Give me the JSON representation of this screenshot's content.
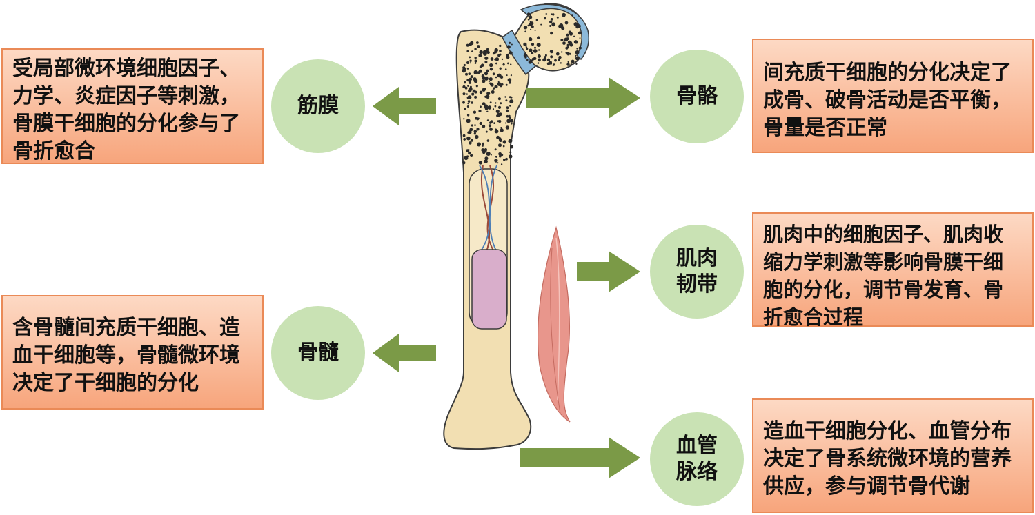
{
  "colors": {
    "box_fill_top": "#fdd9c4",
    "box_fill_bottom": "#f7a57c",
    "box_border": "#ea8a57",
    "circle_fill": "#c9e2b4",
    "arrow": "#7b9a47",
    "bone": "#f2dfb2",
    "cartilage": "#8cb9d9",
    "marrow": "#d9aecb",
    "muscle": "#e8968c"
  },
  "labels": {
    "fascia": "筋膜",
    "bone": "骨骼",
    "muscle_ligament": [
      "肌肉",
      "韧带"
    ],
    "marrow": "骨髓",
    "vessels": [
      "血管",
      "脉络"
    ]
  },
  "descriptions": {
    "fascia": [
      "受局部微环境细胞因子、",
      "力学、炎症因子等刺激，",
      "骨膜干细胞的分化参与了",
      "骨折愈合"
    ],
    "bone": [
      "间充质干细胞的分化决定了",
      "成骨、破骨活动是否平衡，",
      "骨量是否正常"
    ],
    "muscle_ligament": [
      "肌肉中的细胞因子、肌肉收",
      "缩力学刺激等影响骨膜干细",
      "胞的分化，调节骨发育、骨",
      "折愈合过程"
    ],
    "marrow": [
      "含骨髓间充质干细胞、造",
      "血干细胞等，骨髓微环境",
      "决定了干细胞的分化"
    ],
    "vessels": [
      "造血干细胞分化、血管分布",
      "决定了骨系统微环境的营养",
      "供应，参与调节骨代谢"
    ]
  }
}
